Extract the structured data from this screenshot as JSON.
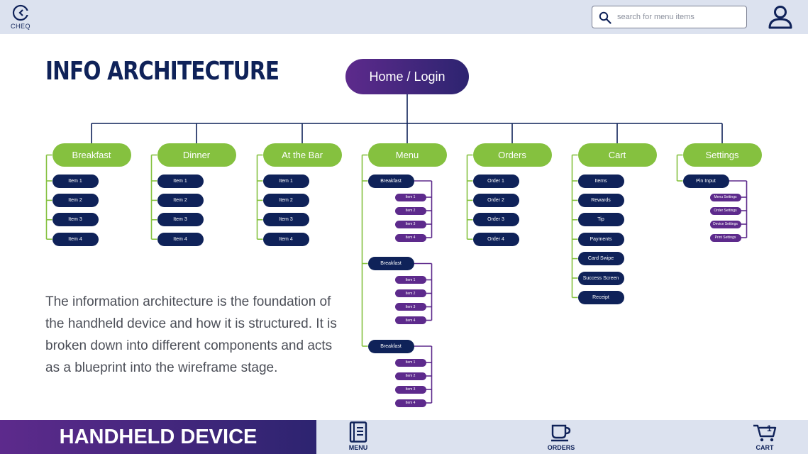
{
  "header": {
    "logo_text": "CHEQ",
    "search_placeholder": "search for menu items"
  },
  "main": {
    "title": "INFO ARCHITECTURE",
    "description": "The information architecture is the foundation of the handheld device and how it is structured. It is broken down into different components and acts as a blueprint into the wireframe stage."
  },
  "sitemap": {
    "root": "Home / Login",
    "categories": [
      {
        "label": "Breakfast",
        "items": [
          "Item 1",
          "Item 2",
          "Item 3",
          "Item 4"
        ]
      },
      {
        "label": "Dinner",
        "items": [
          "Item 1",
          "Item 2",
          "Item 3",
          "Item 4"
        ]
      },
      {
        "label": "At the Bar",
        "items": [
          "Item 1",
          "Item 2",
          "Item 3",
          "Item 4"
        ]
      },
      {
        "label": "Menu",
        "groups": [
          {
            "label": "Breakfast",
            "items": [
              "Item 1",
              "Item 2",
              "Item 3",
              "Item 4"
            ]
          },
          {
            "label": "Breakfast",
            "items": [
              "Item 1",
              "Item 2",
              "Item 3",
              "Item 4"
            ]
          },
          {
            "label": "Breakfast",
            "items": [
              "Item 1",
              "Item 2",
              "Item 3",
              "Item 4"
            ]
          }
        ]
      },
      {
        "label": "Orders",
        "items": [
          "Order 1",
          "Order 2",
          "Order 3",
          "Order 4"
        ]
      },
      {
        "label": "Cart",
        "items": [
          "Items",
          "Rewards",
          "Tip",
          "Payments",
          "Card Swipe",
          "Success Screen",
          "Receipt"
        ]
      },
      {
        "label": "Settings",
        "groups": [
          {
            "label": "Pin Input",
            "items": [
              "Menu Settings",
              "Order Settings",
              "Device Settings",
              "Print Settings"
            ]
          }
        ]
      }
    ]
  },
  "footer": {
    "device_label": "HANDHELD DEVICE",
    "nav": {
      "menu": "MENU",
      "orders": "ORDERS",
      "cart": "CART"
    },
    "cart_count": "1"
  },
  "colors": {
    "navy": "#0f2259",
    "green": "#85c13f",
    "purple": "#5d2a8c",
    "bar": "#dce2ef"
  },
  "icons": [
    "cheq-logo-icon",
    "search-icon",
    "user-icon",
    "menu-book-icon",
    "coffee-cup-icon",
    "cart-icon"
  ]
}
